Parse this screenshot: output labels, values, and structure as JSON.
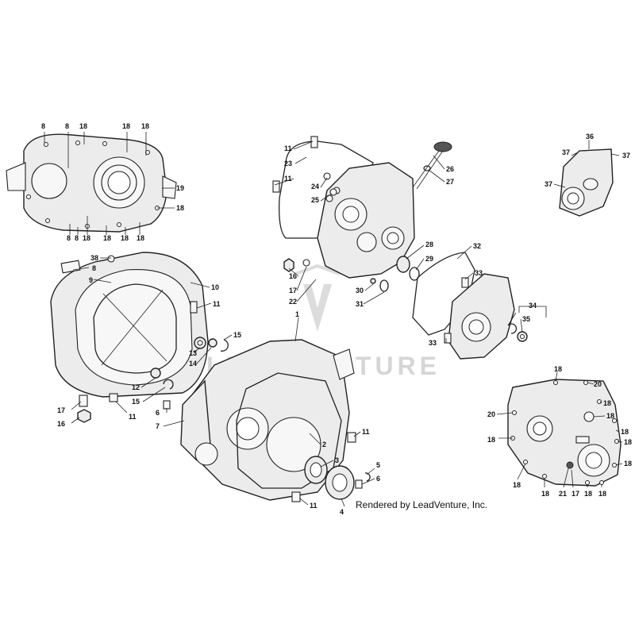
{
  "watermark": "LEADVENTURE",
  "credit": "Rendered by LeadVenture, Inc.",
  "callouts": [
    {
      "id": "a8a",
      "text": "8"
    },
    {
      "id": "a8b",
      "text": "8"
    },
    {
      "id": "a18a",
      "text": "18"
    },
    {
      "id": "a18b",
      "text": "18"
    },
    {
      "id": "a18c",
      "text": "18"
    },
    {
      "id": "a19",
      "text": "19"
    },
    {
      "id": "a18d",
      "text": "18"
    },
    {
      "id": "a8c",
      "text": "8"
    },
    {
      "id": "a8d",
      "text": "8"
    },
    {
      "id": "a18e",
      "text": "18"
    },
    {
      "id": "a18f",
      "text": "18"
    },
    {
      "id": "a18g",
      "text": "18"
    },
    {
      "id": "a18h",
      "text": "18"
    },
    {
      "id": "b38",
      "text": "38"
    },
    {
      "id": "b8",
      "text": "8"
    },
    {
      "id": "b9",
      "text": "9"
    },
    {
      "id": "b10",
      "text": "10"
    },
    {
      "id": "b11a",
      "text": "11"
    },
    {
      "id": "b15a",
      "text": "15"
    },
    {
      "id": "b13",
      "text": "13"
    },
    {
      "id": "b14",
      "text": "14"
    },
    {
      "id": "b12",
      "text": "12"
    },
    {
      "id": "b15b",
      "text": "15"
    },
    {
      "id": "b17",
      "text": "17"
    },
    {
      "id": "b11b",
      "text": "11"
    },
    {
      "id": "b16",
      "text": "16"
    },
    {
      "id": "c11a",
      "text": "11"
    },
    {
      "id": "c23",
      "text": "23"
    },
    {
      "id": "c11b",
      "text": "11"
    },
    {
      "id": "c24",
      "text": "24"
    },
    {
      "id": "c25",
      "text": "25"
    },
    {
      "id": "c26",
      "text": "26"
    },
    {
      "id": "c27",
      "text": "27"
    },
    {
      "id": "c16",
      "text": "16"
    },
    {
      "id": "c28",
      "text": "28"
    },
    {
      "id": "c29",
      "text": "29"
    },
    {
      "id": "c17",
      "text": "17"
    },
    {
      "id": "c30",
      "text": "30"
    },
    {
      "id": "c22",
      "text": "22"
    },
    {
      "id": "c31",
      "text": "31"
    },
    {
      "id": "d32",
      "text": "32"
    },
    {
      "id": "d33a",
      "text": "33"
    },
    {
      "id": "d33b",
      "text": "33"
    },
    {
      "id": "d34",
      "text": "34"
    },
    {
      "id": "d35",
      "text": "35"
    },
    {
      "id": "e36",
      "text": "36"
    },
    {
      "id": "e37a",
      "text": "37"
    },
    {
      "id": "e37b",
      "text": "37"
    },
    {
      "id": "e37c",
      "text": "37"
    },
    {
      "id": "f1",
      "text": "1"
    },
    {
      "id": "f6a",
      "text": "6"
    },
    {
      "id": "f7",
      "text": "7"
    },
    {
      "id": "f11a",
      "text": "11"
    },
    {
      "id": "f2",
      "text": "2"
    },
    {
      "id": "f3",
      "text": "3"
    },
    {
      "id": "f5",
      "text": "5"
    },
    {
      "id": "f6b",
      "text": "6"
    },
    {
      "id": "f11b",
      "text": "11"
    },
    {
      "id": "f4",
      "text": "4"
    },
    {
      "id": "g18a",
      "text": "18"
    },
    {
      "id": "g20a",
      "text": "20"
    },
    {
      "id": "g18b",
      "text": "18"
    },
    {
      "id": "g20b",
      "text": "20"
    },
    {
      "id": "g18c",
      "text": "18"
    },
    {
      "id": "g18d",
      "text": "18"
    },
    {
      "id": "g18e",
      "text": "18"
    },
    {
      "id": "g18f",
      "text": "18"
    },
    {
      "id": "g18g",
      "text": "18"
    },
    {
      "id": "g18h",
      "text": "18"
    },
    {
      "id": "g18i",
      "text": "18"
    },
    {
      "id": "g21",
      "text": "21"
    },
    {
      "id": "g17",
      "text": "17"
    },
    {
      "id": "g18j",
      "text": "18"
    },
    {
      "id": "g18k",
      "text": "18"
    }
  ]
}
